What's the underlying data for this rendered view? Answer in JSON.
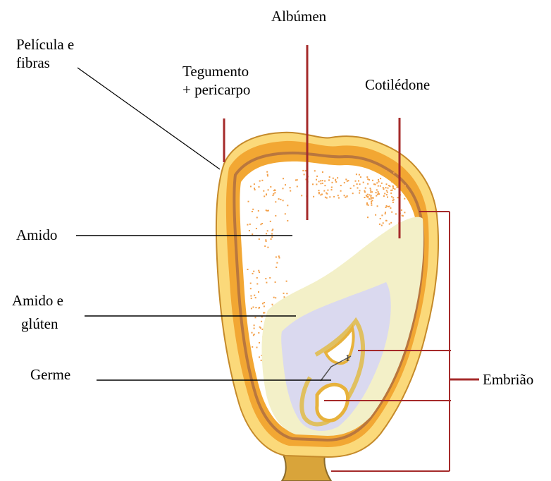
{
  "labels": {
    "albumen": "Albúmen",
    "pelicula_line1": "Película e",
    "pelicula_line2": "fibras",
    "tegumento_line1": "Tegumento",
    "tegumento_line2": "+ pericarpo",
    "cotiledone": "Cotilédone",
    "amido": "Amido",
    "amido_gluten_line1": "Amido e",
    "amido_gluten_line2": "glúten",
    "germe": "Germe",
    "embriao": "Embrião",
    "marker_one": "1"
  },
  "colors": {
    "pericarp": "#f2a733",
    "pericarp_outer": "#fbd97a",
    "seed_coat": "#c98850",
    "endosperm": "#ffffff",
    "starch_dots": "#f3a04a",
    "gluten_fill": "#f3f0c8",
    "germ_fill": "#dad9ef",
    "embryo_line": "#9b2626",
    "stem": "#7a7a2a",
    "leader_line": "#000000"
  }
}
